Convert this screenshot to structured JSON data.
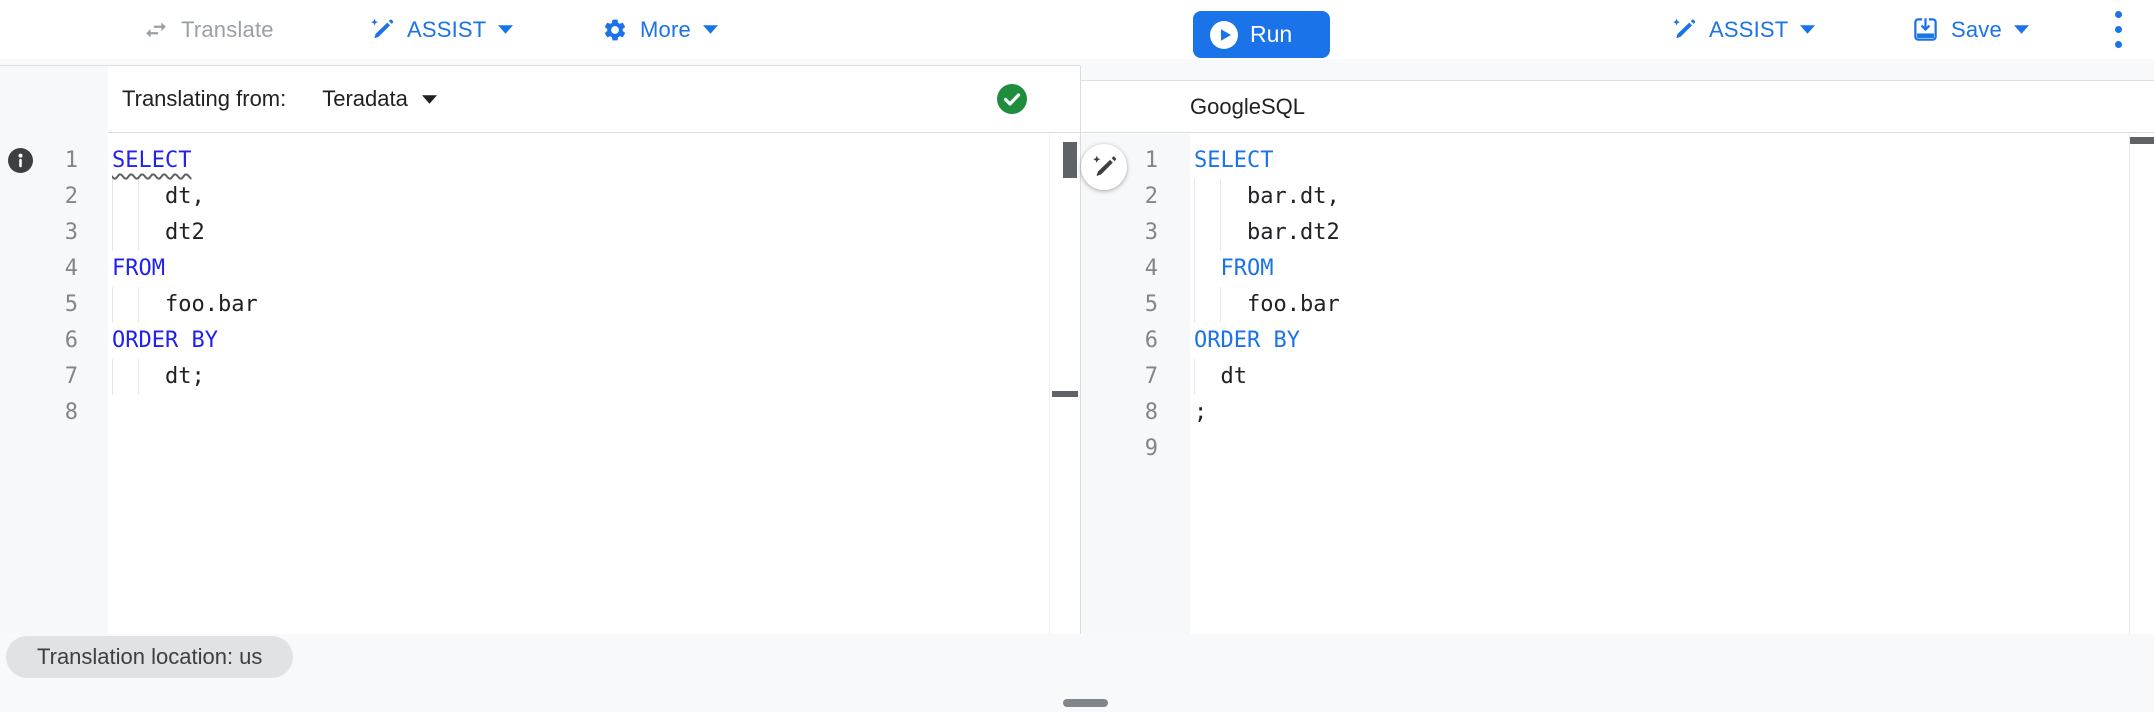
{
  "toolbar": {
    "left": {
      "translate_label": "Translate",
      "assist_label": "ASSIST",
      "more_label": "More"
    },
    "right": {
      "run_label": "Run",
      "assist_label": "ASSIST",
      "save_label": "Save"
    }
  },
  "left_pane": {
    "header_prefix": "Translating from:",
    "source_dialect": "Teradata",
    "status": "valid",
    "status_icon": "check-circle-icon"
  },
  "right_pane": {
    "header_title": "GoogleSQL"
  },
  "editors": {
    "left": {
      "language": "Teradata",
      "lines": [
        {
          "num": 1,
          "tokens": [
            {
              "k": "kw",
              "t": "SELECT",
              "squiggle": true
            }
          ],
          "guides": []
        },
        {
          "num": 2,
          "tokens": [
            {
              "k": "id",
              "t": "    dt,"
            }
          ],
          "guides": [
            0,
            2
          ]
        },
        {
          "num": 3,
          "tokens": [
            {
              "k": "id",
              "t": "    dt2"
            }
          ],
          "guides": [
            0,
            2
          ]
        },
        {
          "num": 4,
          "tokens": [
            {
              "k": "kw",
              "t": "FROM"
            }
          ],
          "guides": []
        },
        {
          "num": 5,
          "tokens": [
            {
              "k": "id",
              "t": "    foo.bar"
            }
          ],
          "guides": [
            0,
            2
          ]
        },
        {
          "num": 6,
          "tokens": [
            {
              "k": "kw",
              "t": "ORDER BY"
            }
          ],
          "guides": []
        },
        {
          "num": 7,
          "tokens": [
            {
              "k": "id",
              "t": "    dt;"
            }
          ],
          "guides": [
            0,
            2
          ]
        },
        {
          "num": 8,
          "tokens": [],
          "guides": []
        }
      ]
    },
    "right": {
      "language": "GoogleSQL",
      "lines": [
        {
          "num": 1,
          "tokens": [
            {
              "k": "kw",
              "t": "SELECT"
            }
          ],
          "guides": []
        },
        {
          "num": 2,
          "tokens": [
            {
              "k": "id",
              "t": "    bar.dt,"
            }
          ],
          "guides": [
            0,
            2
          ]
        },
        {
          "num": 3,
          "tokens": [
            {
              "k": "id",
              "t": "    bar.dt2"
            }
          ],
          "guides": [
            0,
            2
          ]
        },
        {
          "num": 4,
          "tokens": [
            {
              "k": "id",
              "t": "  "
            },
            {
              "k": "kw",
              "t": "FROM"
            }
          ],
          "guides": [
            0
          ]
        },
        {
          "num": 5,
          "tokens": [
            {
              "k": "id",
              "t": "    foo.bar"
            }
          ],
          "guides": [
            0,
            2
          ]
        },
        {
          "num": 6,
          "tokens": [
            {
              "k": "kw",
              "t": "ORDER BY"
            }
          ],
          "guides": []
        },
        {
          "num": 7,
          "tokens": [
            {
              "k": "id",
              "t": "  dt"
            }
          ],
          "guides": [
            0
          ]
        },
        {
          "num": 8,
          "tokens": [
            {
              "k": "id",
              "t": ";"
            }
          ],
          "guides": []
        },
        {
          "num": 9,
          "tokens": [],
          "guides": []
        }
      ]
    }
  },
  "footer": {
    "location_chip": "Translation location: us"
  },
  "colors": {
    "accent": "#1a73e8",
    "disabled": "#9aa0a6",
    "keyword_left": "#2121f0",
    "keyword_right": "#1a73e8",
    "code_text": "#202124",
    "line_number": "#80868b",
    "status_green": "#1e8e3e",
    "gutter_bg": "#f7f8fa",
    "page_bg": "#f8f9fa",
    "chip_bg": "#e0e2e5",
    "chip_text": "#3c4043",
    "border": "#dadce0",
    "scroll_thumb": "#5f6368",
    "icon_dark": "#3c4043"
  }
}
